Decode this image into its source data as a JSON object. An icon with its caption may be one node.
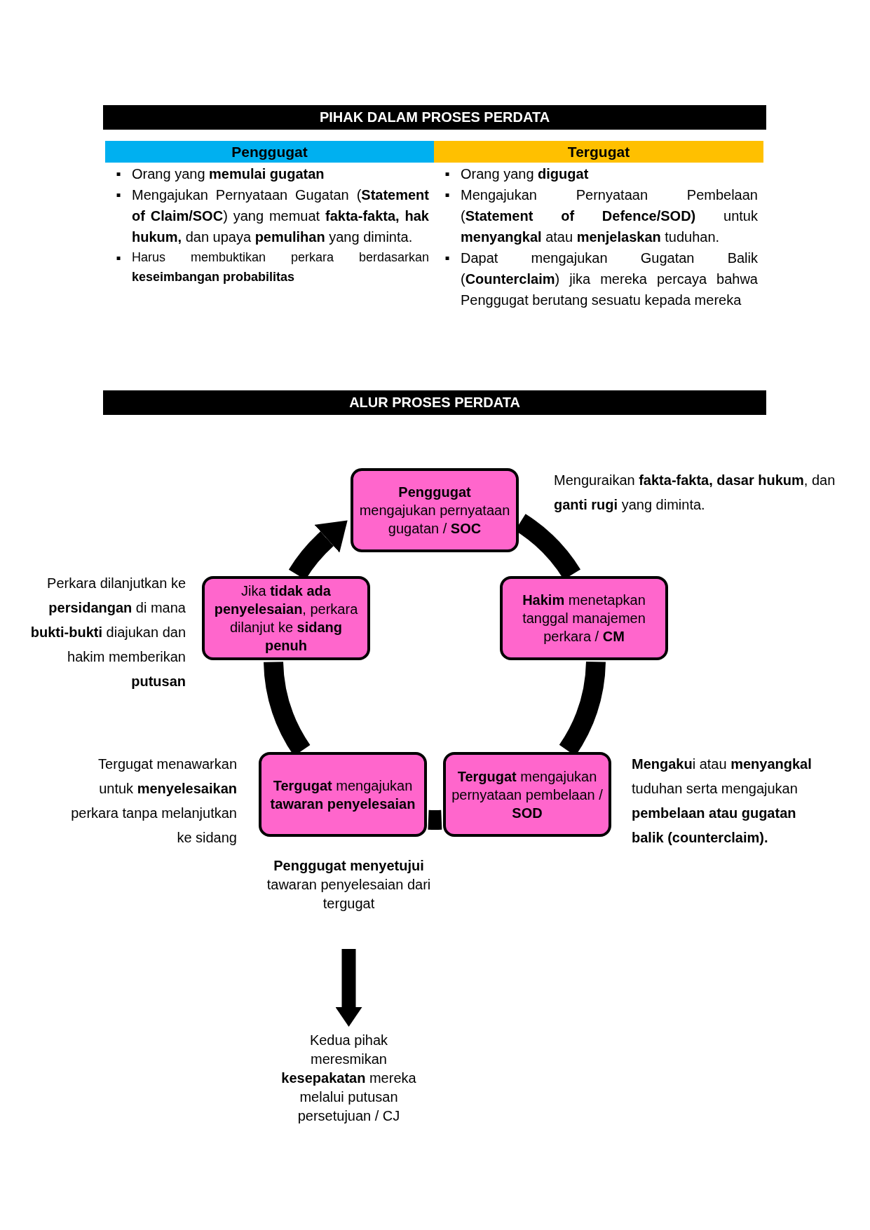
{
  "diagram": {
    "nodes": [
      {
        "text": [
          "PIHAK DALAM PROSES PERDATA"
        ]
      },
      {
        "text": [
          "Penggugat"
        ]
      },
      {
        "text": [
          "Tergugat"
        ]
      },
      {
        "text": [
          "ALUR PROSES PERDATA"
        ]
      },
      {
        "text": [
          "**Penggugat** mengajukan pernyataan gugatan / **SOC**"
        ],
        "beside": [
          "Menguraikan **fakta-fakta, dasar hukum**, dan **ganti rugi** yang diminta."
        ]
      },
      {
        "text": [
          "**Hakim** menetapkan tanggal manajemen perkara / **CM**"
        ]
      },
      {
        "text": [
          "**Tergugat** mengajukan pernyataan pembelaan / **SOD**"
        ],
        "beside": [
          "**Mengaku**i atau **menyangkal** tuduhan serta mengajukan **pembelaan atau gugatan balik (counterclaim).**"
        ]
      },
      {
        "text": [
          "**Tergugat** mengajukan **tawaran penyelesaian**"
        ],
        "beside": [
          "Tergugat menawarkan untuk **menyelesaikan** perkara tanpa melanjutkan ke sidang"
        ]
      },
      {
        "text": [
          "Jika **tidak ada penyelesaian**, perkara dilanjut ke **sidang penuh**"
        ],
        "beside": [
          "Perkara dilanjutkan ke **persidangan** di mana **bukti-bukti** diajukan dan hakim memberikan **putusan**"
        ]
      },
      {
        "text": [
          "**Penggugat menyetujui** tawaran penyelesaian dari tergugat"
        ]
      },
      {
        "text": [
          "Kedua pihak meresmikan **kesepakatan** mereka melalui putusan persetujuan / CJ"
        ]
      }
    ],
    "edges": [
      {
        "from": 4,
        "to": 5,
        "arrow": "none"
      },
      {
        "from": 5,
        "to": 6,
        "arrow": "none"
      },
      {
        "from": 6,
        "to": 7,
        "arrow": "none"
      },
      {
        "from": 7,
        "to": 8,
        "arrow": "none"
      },
      {
        "from": 8,
        "to": 4,
        "arrow": "to"
      },
      {
        "from": 9,
        "to": 10,
        "arrow": "to"
      }
    ],
    "labels": [
      "▪",
      "Orang yang **memulai gugatan**",
      "▪",
      "Mengajukan Pernyataan Gugatan (**Statement of Claim/SOC**) yang memuat **fakta-fakta, hak hukum,** dan upaya **pemulihan** yang diminta.",
      "▪",
      "Harus membuktikan perkara berdasarkan **keseimbangan probabilitas**",
      "▪",
      "Orang yang **digugat**",
      "▪",
      "Mengajukan Pernyataan Pembelaan (**Statement of Defence/SOD)** untuk **menyangkal** atau **menjelaskan** tuduhan.",
      "▪",
      "Dapat mengajukan Gugatan Balik (**Counterclaim**) jika mereka percaya bahwa Penggugat berutang sesuatu kepada mereka"
    ]
  }
}
